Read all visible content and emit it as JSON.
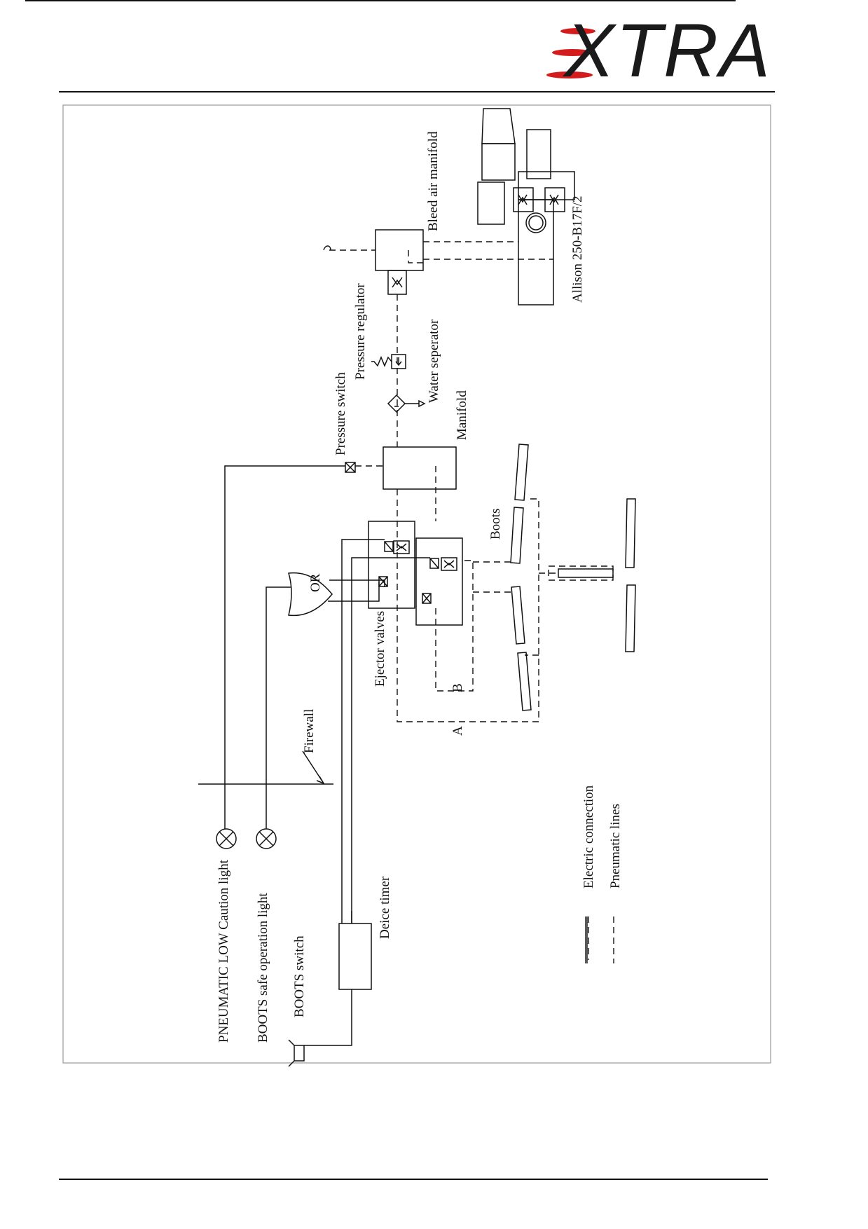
{
  "header": {
    "logo_text": "XTRA",
    "logo_colors": {
      "accent": "#d41c1c",
      "text": "#1a1a1a"
    }
  },
  "diagram": {
    "labels": {
      "bleed_air_manifold": "Bleed air manifold",
      "engine": "Allison 250-B17F/2",
      "pressure_regulator": "Pressure regulator",
      "water_separator": "Water seperator",
      "pressure_switch": "Pressure switch",
      "manifold": "Manifold",
      "boots": "Boots",
      "ejector_valves": "Ejector valves",
      "or_gate": "OR",
      "line_a": "A",
      "line_b": "B",
      "firewall": "Firewall",
      "pneumatic_low_light": "PNEUMATIC LOW Caution light",
      "boots_safe_light": "BOOTS safe operation light",
      "boots_switch": "BOOTS switch",
      "deice_timer": "Deice timer"
    },
    "legend": {
      "electric": "Electric connection",
      "pneumatic": "Pneumatic lines"
    }
  }
}
